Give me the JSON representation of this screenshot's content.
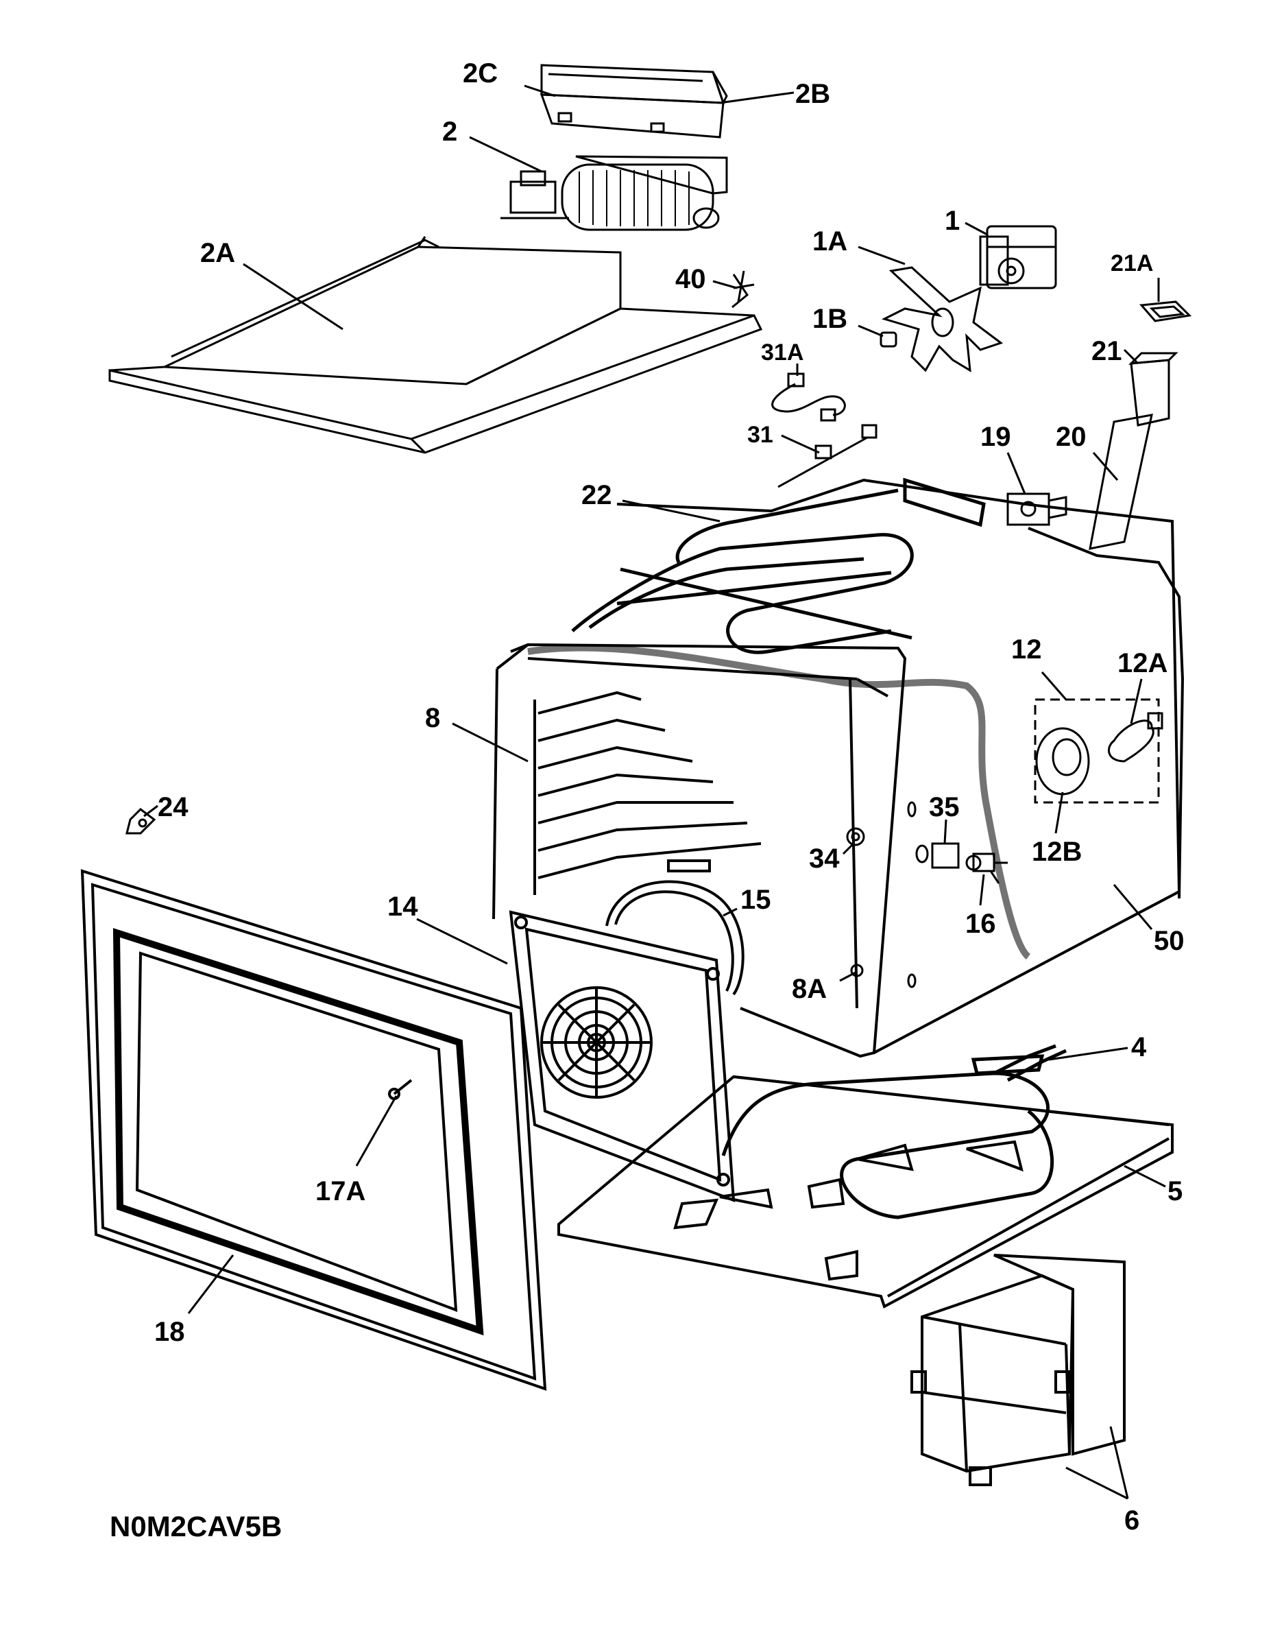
{
  "diagram_code": "N0M2CAV5B",
  "parts": [
    {
      "key": "p1",
      "label": "1"
    },
    {
      "key": "p1a",
      "label": "1A"
    },
    {
      "key": "p1b",
      "label": "1B"
    },
    {
      "key": "p2",
      "label": "2"
    },
    {
      "key": "p2a",
      "label": "2A"
    },
    {
      "key": "p2b",
      "label": "2B"
    },
    {
      "key": "p2c",
      "label": "2C"
    },
    {
      "key": "p4",
      "label": "4"
    },
    {
      "key": "p5",
      "label": "5"
    },
    {
      "key": "p6",
      "label": "6"
    },
    {
      "key": "p8",
      "label": "8"
    },
    {
      "key": "p8a",
      "label": "8A"
    },
    {
      "key": "p12",
      "label": "12"
    },
    {
      "key": "p12a",
      "label": "12A"
    },
    {
      "key": "p12b",
      "label": "12B"
    },
    {
      "key": "p14",
      "label": "14"
    },
    {
      "key": "p15",
      "label": "15"
    },
    {
      "key": "p16",
      "label": "16"
    },
    {
      "key": "p17a",
      "label": "17A"
    },
    {
      "key": "p18",
      "label": "18"
    },
    {
      "key": "p19",
      "label": "19"
    },
    {
      "key": "p20",
      "label": "20"
    },
    {
      "key": "p21",
      "label": "21"
    },
    {
      "key": "p21a",
      "label": "21A"
    },
    {
      "key": "p22",
      "label": "22"
    },
    {
      "key": "p24",
      "label": "24"
    },
    {
      "key": "p31",
      "label": "31"
    },
    {
      "key": "p31a",
      "label": "31A"
    },
    {
      "key": "p34",
      "label": "34"
    },
    {
      "key": "p35",
      "label": "35"
    },
    {
      "key": "p40",
      "label": "40"
    },
    {
      "key": "p50",
      "label": "50"
    }
  ]
}
